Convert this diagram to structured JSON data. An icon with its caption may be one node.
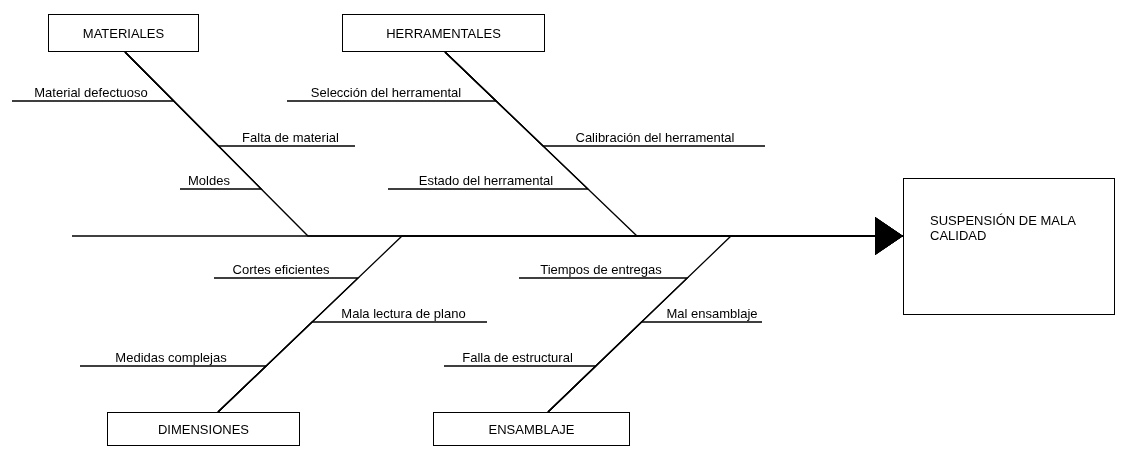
{
  "diagram": {
    "nodes": [
      {
        "text": [
          "MATERIALES"
        ]
      },
      {
        "text": [
          "HERRAMENTALES"
        ]
      },
      {
        "text": [
          "Material defectuoso"
        ]
      },
      {
        "text": [
          "Selección del herramental"
        ]
      },
      {
        "text": [
          "Falta de material"
        ]
      },
      {
        "text": [
          "Calibración del herramental"
        ]
      },
      {
        "text": [
          "Moldes"
        ]
      },
      {
        "text": [
          "Estado del herramental"
        ]
      },
      {
        "text": [
          "SUSPENSIÓN DE MALA CALIDAD"
        ]
      },
      {
        "text": [
          "Cortes eficientes"
        ]
      },
      {
        "text": [
          "Tiempos de entregas"
        ]
      },
      {
        "text": [
          "Mala lectura de plano"
        ]
      },
      {
        "text": [
          "Mal ensamblaje"
        ]
      },
      {
        "text": [
          "Medidas complejas"
        ]
      },
      {
        "text": [
          "Falla de estructural"
        ]
      },
      {
        "text": [
          "DIMENSIONES"
        ]
      },
      {
        "text": [
          "ENSAMBLAJE"
        ]
      }
    ],
    "edges": [
      {
        "from": null,
        "to": 8,
        "arrow": "to"
      },
      {
        "from": 0,
        "to": 8,
        "arrow": "to"
      },
      {
        "from": 1,
        "to": 8,
        "arrow": "to"
      },
      {
        "from": 15,
        "to": 8,
        "arrow": "to"
      },
      {
        "from": 16,
        "to": 8,
        "arrow": "to"
      },
      {
        "from": 2,
        "to": 0,
        "arrow": "none"
      },
      {
        "from": 4,
        "to": 0,
        "arrow": "none"
      },
      {
        "from": 6,
        "to": 0,
        "arrow": "none"
      },
      {
        "from": 3,
        "to": 1,
        "arrow": "none"
      },
      {
        "from": 5,
        "to": 1,
        "arrow": "none"
      },
      {
        "from": 7,
        "to": 1,
        "arrow": "none"
      },
      {
        "from": 9,
        "to": 15,
        "arrow": "none"
      },
      {
        "from": 11,
        "to": 15,
        "arrow": "none"
      },
      {
        "from": 13,
        "to": 15,
        "arrow": "none"
      },
      {
        "from": 10,
        "to": 16,
        "arrow": "none"
      },
      {
        "from": 12,
        "to": 16,
        "arrow": "none"
      },
      {
        "from": 14,
        "to": 16,
        "arrow": "none"
      }
    ]
  }
}
